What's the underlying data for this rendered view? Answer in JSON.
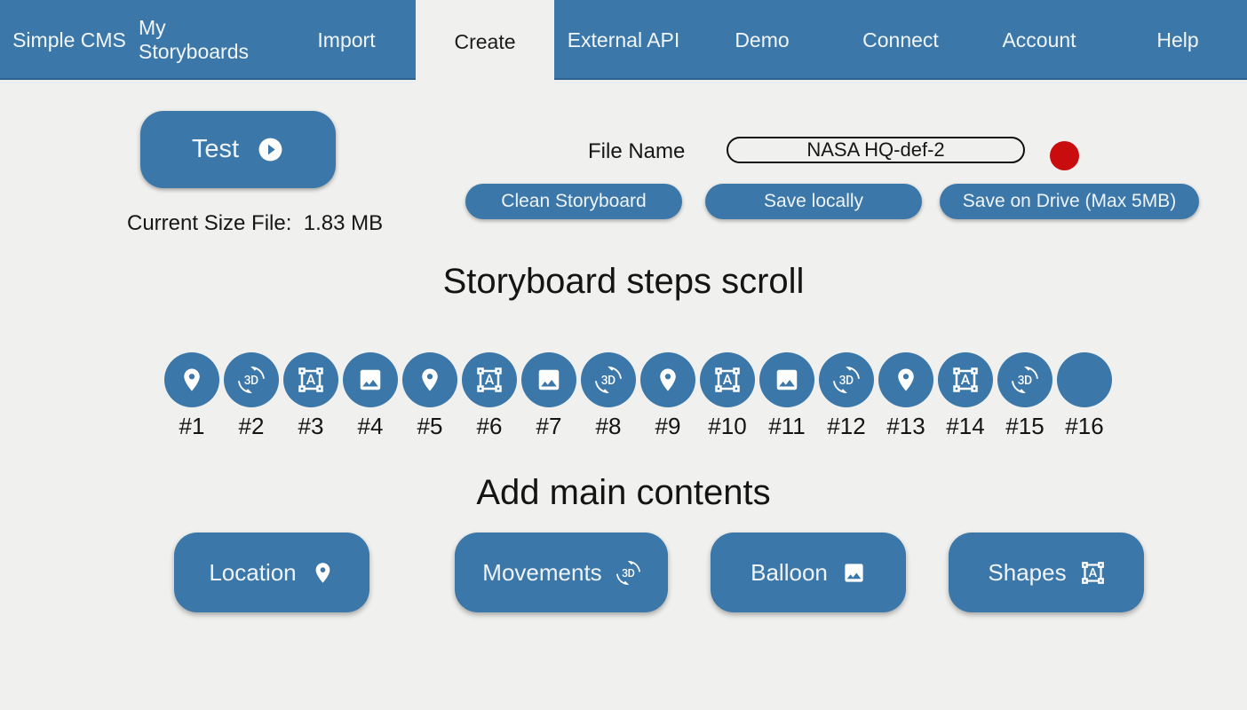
{
  "colors": {
    "accent_blue": "#3b77a9",
    "nav_border_blue": "#2e6390",
    "page_bg": "#f0f0ee",
    "status_red": "#c90d0e"
  },
  "nav": {
    "items": [
      {
        "label": "Simple CMS",
        "active": false
      },
      {
        "label": "My Storyboards",
        "active": false
      },
      {
        "label": "Import",
        "active": false
      },
      {
        "label": "Create",
        "active": true
      },
      {
        "label": "External API",
        "active": false
      },
      {
        "label": "Demo",
        "active": false
      },
      {
        "label": "Connect",
        "active": false
      },
      {
        "label": "Account",
        "active": false
      },
      {
        "label": "Help",
        "active": false
      }
    ]
  },
  "test_button": {
    "label": "Test",
    "icon": "play-circle-icon"
  },
  "file_size": {
    "label": "Current Size File:",
    "value": "1.83 MB"
  },
  "file_name": {
    "label": "File Name",
    "value": "NASA HQ-def-2"
  },
  "save_actions": [
    {
      "label": "Clean Storyboard"
    },
    {
      "label": "Save locally"
    },
    {
      "label": "Save on Drive (Max 5MB)"
    }
  ],
  "steps_section": {
    "title": "Storyboard steps scroll",
    "steps": [
      {
        "label": "#1",
        "icon": "place-icon"
      },
      {
        "label": "#2",
        "icon": "3d-rotation-icon"
      },
      {
        "label": "#3",
        "icon": "format-shapes-icon"
      },
      {
        "label": "#4",
        "icon": "image-icon"
      },
      {
        "label": "#5",
        "icon": "place-icon"
      },
      {
        "label": "#6",
        "icon": "format-shapes-icon"
      },
      {
        "label": "#7",
        "icon": "image-icon"
      },
      {
        "label": "#8",
        "icon": "3d-rotation-icon"
      },
      {
        "label": "#9",
        "icon": "place-icon"
      },
      {
        "label": "#10",
        "icon": "format-shapes-icon"
      },
      {
        "label": "#11",
        "icon": "image-icon"
      },
      {
        "label": "#12",
        "icon": "3d-rotation-icon"
      },
      {
        "label": "#13",
        "icon": "place-icon"
      },
      {
        "label": "#14",
        "icon": "format-shapes-icon"
      },
      {
        "label": "#15",
        "icon": "3d-rotation-icon"
      },
      {
        "label": "#16",
        "icon": null
      }
    ]
  },
  "contents_section": {
    "title": "Add main contents",
    "buttons": [
      {
        "label": "Location",
        "icon": "place-icon"
      },
      {
        "label": "Movements",
        "icon": "3d-rotation-icon"
      },
      {
        "label": "Balloon",
        "icon": "image-icon"
      },
      {
        "label": "Shapes",
        "icon": "format-shapes-icon"
      }
    ]
  }
}
